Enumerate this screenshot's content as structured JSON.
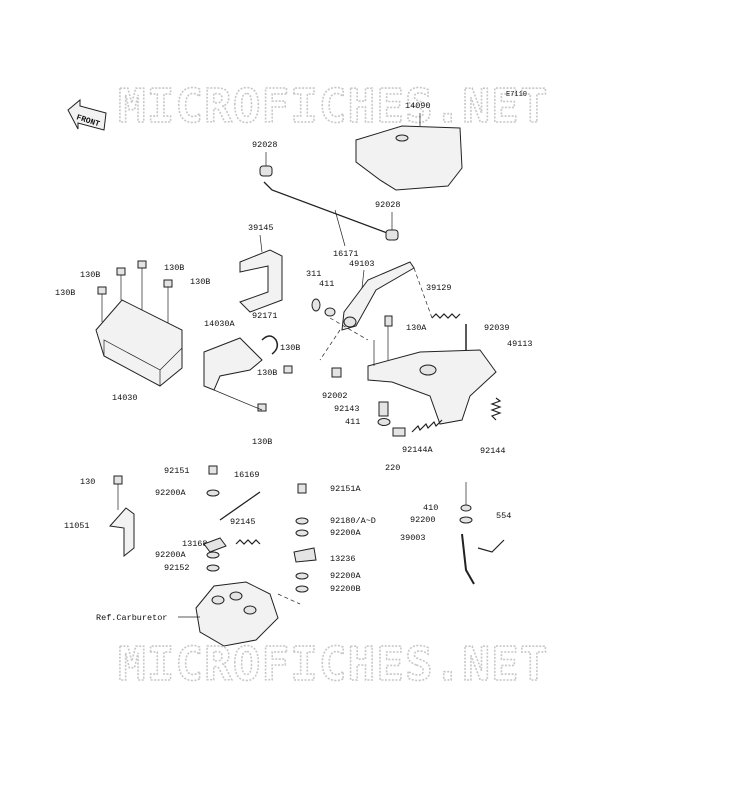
{
  "watermark_top": "MICROFICHES.NET",
  "watermark_bottom": "MICROFICHES.NET",
  "diagram_code": "E7110",
  "front_label": "FRONT",
  "ref_label": "Ref.Carburetor",
  "parts": {
    "p14090": "14090",
    "p92028a": "92028",
    "p92028b": "92028",
    "p16171": "16171",
    "p39145": "39145",
    "p311": "311",
    "p411a": "411",
    "p49103": "49103",
    "p39129": "39129",
    "p130B_1": "130B",
    "p130B_2": "130B",
    "p130B_3": "130B",
    "p130B_4": "130B",
    "p14030A": "14030A",
    "p92171": "92171",
    "p130B_5": "130B",
    "p130B_6": "130B",
    "p130B_7": "130B",
    "p14030": "14030",
    "p130A": "130A",
    "p92039": "92039",
    "p49113": "49113",
    "p92002": "92002",
    "p92143": "92143",
    "p411b": "411",
    "p220": "220",
    "p92144A": "92144A",
    "p92144": "92144",
    "p130": "130",
    "p11051": "11051",
    "p92151": "92151",
    "p92200A_1": "92200A",
    "p16169": "16169",
    "p92151A": "92151A",
    "p92145": "92145",
    "p92180": "92180/A~D",
    "p13168": "13168",
    "p92200A_2": "92200A",
    "p92200A_3": "92200A",
    "p13236": "13236",
    "p92152": "92152",
    "p92200A_4": "92200A",
    "p92200B": "92200B",
    "p410": "410",
    "p92200": "92200",
    "p554": "554",
    "p39003": "39003"
  }
}
